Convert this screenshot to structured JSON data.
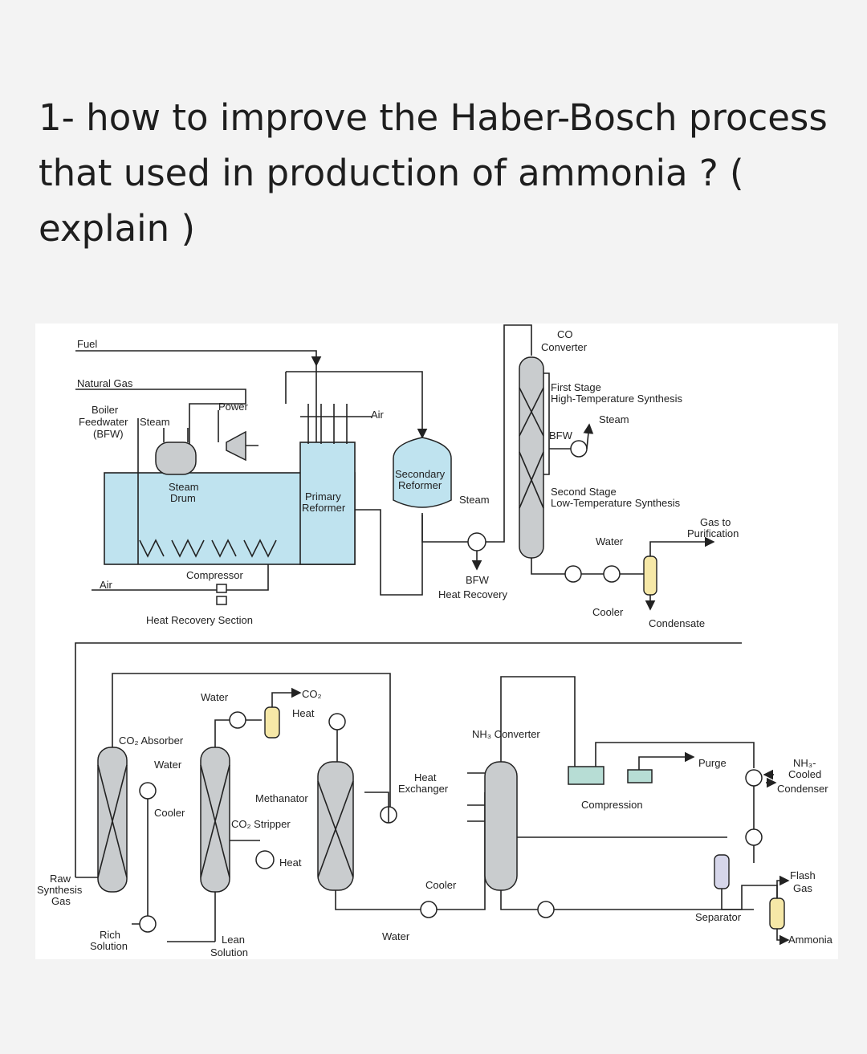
{
  "question": {
    "text": "1- how to improve the Haber-Bosch process that used in production of ammonia ? ( explain )"
  },
  "diagram": {
    "labels": {
      "fuel": "Fuel",
      "natural_gas": "Natural Gas",
      "boiler": "Boiler",
      "feedwater": "Feedwater",
      "bfw_paren": "(BFW)",
      "steam_top": "Steam",
      "power": "Power",
      "air_top": "Air",
      "steam_drum_1": "Steam",
      "steam_drum_2": "Drum",
      "primary_reformer_1": "Primary",
      "primary_reformer_2": "Reformer",
      "secondary_reformer_1": "Secondary",
      "secondary_reformer_2": "Reformer",
      "steam_mid": "Steam",
      "compressor": "Compressor",
      "air_left": "Air",
      "heat_recovery_section": "Heat Recovery Section",
      "bfw_mid": "BFW",
      "heat_recovery": "Heat Recovery",
      "co_converter_1": "CO",
      "co_converter_2": "Converter",
      "first_stage_1": "First Stage",
      "first_stage_2": "High-Temperature Synthesis",
      "steam_conv": "Steam",
      "bfw_conv": "BFW",
      "second_stage_1": "Second Stage",
      "second_stage_2": "Low-Temperature Synthesis",
      "water_conv": "Water",
      "gas_to_1": "Gas to",
      "gas_to_2": "Purification",
      "cooler_conv": "Cooler",
      "condensate": "Condensate",
      "water_top": "Water",
      "co2_out": "CO₂",
      "heat_top": "Heat",
      "co2_absorber": "CO₂ Absorber",
      "water_abs": "Water",
      "cooler_abs": "Cooler",
      "methanator": "Methanator",
      "co2_stripper": "CO₂ Stripper",
      "heat_strip": "Heat",
      "raw_1": "Raw",
      "raw_2": "Synthesis",
      "raw_3": "Gas",
      "rich_1": "Rich",
      "rich_2": "Solution",
      "lean_1": "Lean",
      "lean_2": "Solution",
      "heat_exchanger_1": "Heat",
      "heat_exchanger_2": "Exchanger",
      "cooler_meth": "Cooler",
      "water_bottom": "Water",
      "nh3_converter": "NH₃ Converter",
      "compression": "Compression",
      "purge": "Purge",
      "nh3_cooled_1": "NH₃-",
      "nh3_cooled_2": "Cooled",
      "nh3_cooled_3": "Condenser",
      "flash_1": "Flash",
      "flash_2": "Gas",
      "separator": "Separator",
      "ammonia": "Ammonia"
    }
  }
}
